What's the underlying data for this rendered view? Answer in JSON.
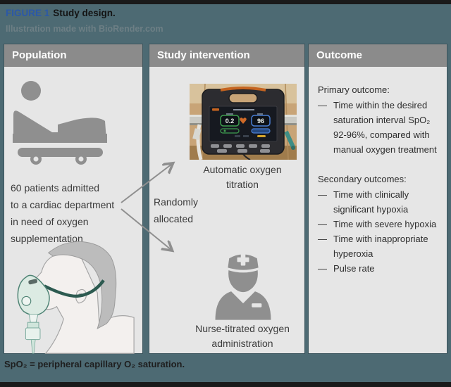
{
  "figure": {
    "label": "FIGURE 1",
    "title": "Study design.",
    "credit": "Illustration made with BioRender.com",
    "footnote": "SpO₂ = peripheral capillary O₂ saturation."
  },
  "panels": {
    "population": {
      "header": "Population",
      "description_lines": [
        "60 patients admitted",
        "to a cardiac department",
        "in need of oxygen",
        "supplementation"
      ],
      "icons": [
        "patient-in-hospital-bed-icon",
        "oxygen-mask-patient-illustration"
      ]
    },
    "intervention": {
      "header": "Study intervention",
      "allocation_lines": [
        "Randomly",
        "allocated"
      ],
      "device_caption_lines": [
        "Automatic oxygen",
        "titration"
      ],
      "nurse_caption_lines": [
        "Nurse-titrated oxygen",
        "administration"
      ],
      "device_screen": {
        "oxygen_flow": "0.2",
        "spo2": "96"
      },
      "icons": [
        "oxygen-titration-device-photo",
        "nurse-icon",
        "arrow-up-right-icon",
        "arrow-down-right-icon"
      ]
    },
    "outcome": {
      "header": "Outcome",
      "bullet": "—",
      "primary_heading": "Primary outcome:",
      "primary_items": [
        "Time within the desired saturation interval SpO₂ 92-96%, compared with manual oxygen treatment"
      ],
      "secondary_heading": "Secondary outcomes:",
      "secondary_items": [
        "Time with clinically significant hypoxia",
        "Time with severe hypoxia",
        "Time with inappropriate hyperoxia",
        "Pulse rate"
      ]
    }
  },
  "colors": {
    "background_teal": "#4d6a73",
    "panel_body": "#e6e6e6",
    "panel_header": "#8b8b8b",
    "panel_border": "#3c555d",
    "icon_gray": "#8f8f8f",
    "figure_label_blue": "#2b58a8",
    "arrow_gray": "#8f8f8f",
    "text_dark": "#2e2e2e",
    "top_bottom_band": "#1a1a1a",
    "mask_teal": "#dcebe3",
    "strap_teal": "#2c5a50",
    "device_orange": "#c56420",
    "screen_green": "#3f9e4f",
    "screen_blue": "#4a7fd4"
  }
}
